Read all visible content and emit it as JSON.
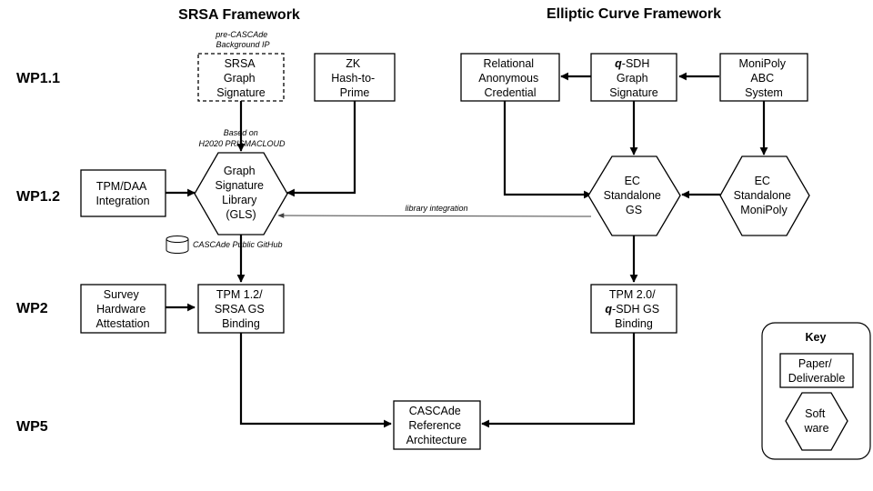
{
  "headers": {
    "srsa": "SRSA Framework",
    "ec": "Elliptic Curve Framework"
  },
  "work_packages": {
    "wp11": "WP1.1",
    "wp12": "WP1.2",
    "wp2": "WP2",
    "wp5": "WP5"
  },
  "nodes": {
    "srsa_graph_signature": [
      "SRSA",
      "Graph",
      "Signature"
    ],
    "zk_hash_to_prime": [
      "ZK",
      "Hash-to-",
      "Prime"
    ],
    "relational_anonymous_credential": [
      "Relational",
      "Anonymous",
      "Credential"
    ],
    "qsdh_graph_signature": {
      "italic_prefix": "q",
      "lines": [
        "-SDH",
        "Graph",
        "Signature"
      ]
    },
    "monipoly_abc_system": [
      "MoniPoly",
      "ABC",
      "System"
    ],
    "tpm_daa_integration": [
      "TPM/DAA",
      "Integration"
    ],
    "graph_signature_library": [
      "Graph",
      "Signature",
      "Library",
      "(GLS)"
    ],
    "ec_standalone_gs": [
      "EC",
      "Standalone",
      "GS"
    ],
    "ec_standalone_monipoly": [
      "EC",
      "Standalone",
      "MoniPoly"
    ],
    "survey_hardware_attestation": [
      "Survey",
      "Hardware",
      "Attestation"
    ],
    "tpm12_srsa_gs_binding": [
      "TPM 1.2/",
      "SRSA GS",
      "Binding"
    ],
    "tpm20_qsdh_gs_binding": {
      "line1": "TPM 2.0/",
      "line2_italic": "q",
      "line2_rest": "-SDH GS",
      "line3": "Binding"
    },
    "cascade_reference_architecture": [
      "CASCAde",
      "Reference",
      "Architecture"
    ]
  },
  "annotations": {
    "pre_cascade": [
      "pre-CASCAde",
      "Background IP"
    ],
    "based_on": [
      "Based on",
      "H2020 PRISMACLOUD"
    ],
    "library_integration": "library integration",
    "github": "CASCAde Public GitHub"
  },
  "key": {
    "title": "Key",
    "paper": [
      "Paper/",
      "Deliverable"
    ],
    "software": [
      "Soft",
      "ware"
    ]
  }
}
